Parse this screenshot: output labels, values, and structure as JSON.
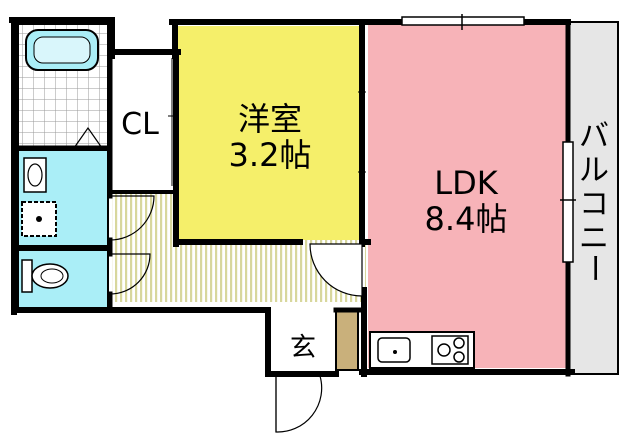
{
  "rooms": {
    "western_room": {
      "name": "洋室",
      "size": "3.2帖"
    },
    "ldk": {
      "name": "LDK",
      "size": "8.4帖"
    },
    "closet": {
      "name": "CL"
    },
    "entrance": {
      "name": "玄"
    },
    "balcony": {
      "name": "バルコニー",
      "chars": [
        "バ",
        "ル",
        "コ",
        "ニ",
        "ー"
      ]
    }
  },
  "colors": {
    "western_room": "#f5ef6a",
    "ldk": "#f7b3b8",
    "wet_area": "#aaeef7",
    "balcony": "#e6e6e6",
    "floor_hatch": "#e0dfa8",
    "shoe_box": "#c9b07b",
    "wall": "#000000"
  },
  "icons": {
    "bathtub": "bathtub-icon",
    "washbasin": "washbasin-icon",
    "washing_machine": "washing-machine-icon",
    "toilet": "toilet-icon",
    "sink": "sink-icon",
    "stove": "stove-icon"
  }
}
